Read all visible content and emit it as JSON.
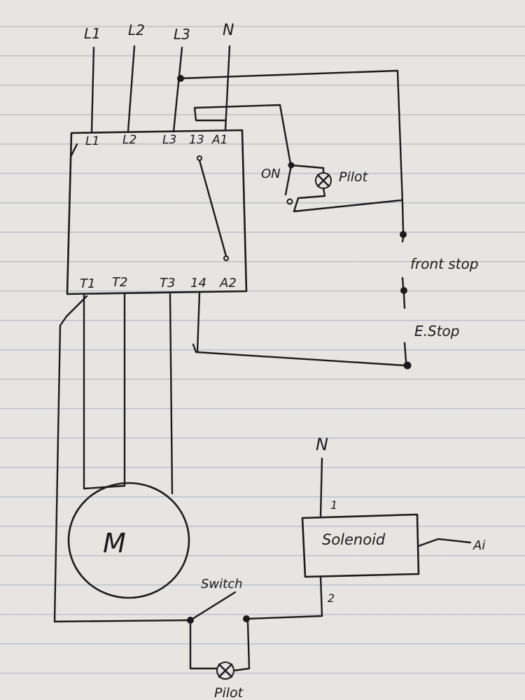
{
  "supply_labels": {
    "l1": "L1",
    "l2": "L2",
    "l3": "L3",
    "n": "N"
  },
  "contactor": {
    "top_terminals": {
      "l1": "L1",
      "l2": "L2",
      "l3": "L3",
      "t13": "13",
      "a1": "A1"
    },
    "bottom_terminals": {
      "t1": "T1",
      "t2": "T2",
      "t3": "T3",
      "t14": "14",
      "a2": "A2"
    }
  },
  "control": {
    "on_label": "ON",
    "pilot_label": "Pilot",
    "front_stop_label": "front stop",
    "estop_label": "E.Stop"
  },
  "motor": {
    "label": "M"
  },
  "solenoid": {
    "supply_label": "N",
    "label": "Solenoid",
    "terminal_1": "1",
    "terminal_2": "2",
    "output_label": "Ai"
  },
  "bottom": {
    "switch_label": "Switch",
    "pilot_label": "Pilot"
  },
  "colors": {
    "ink": "#1b1b1b",
    "paper": "#e6e5e1",
    "rule_line": "#8c96a5"
  }
}
